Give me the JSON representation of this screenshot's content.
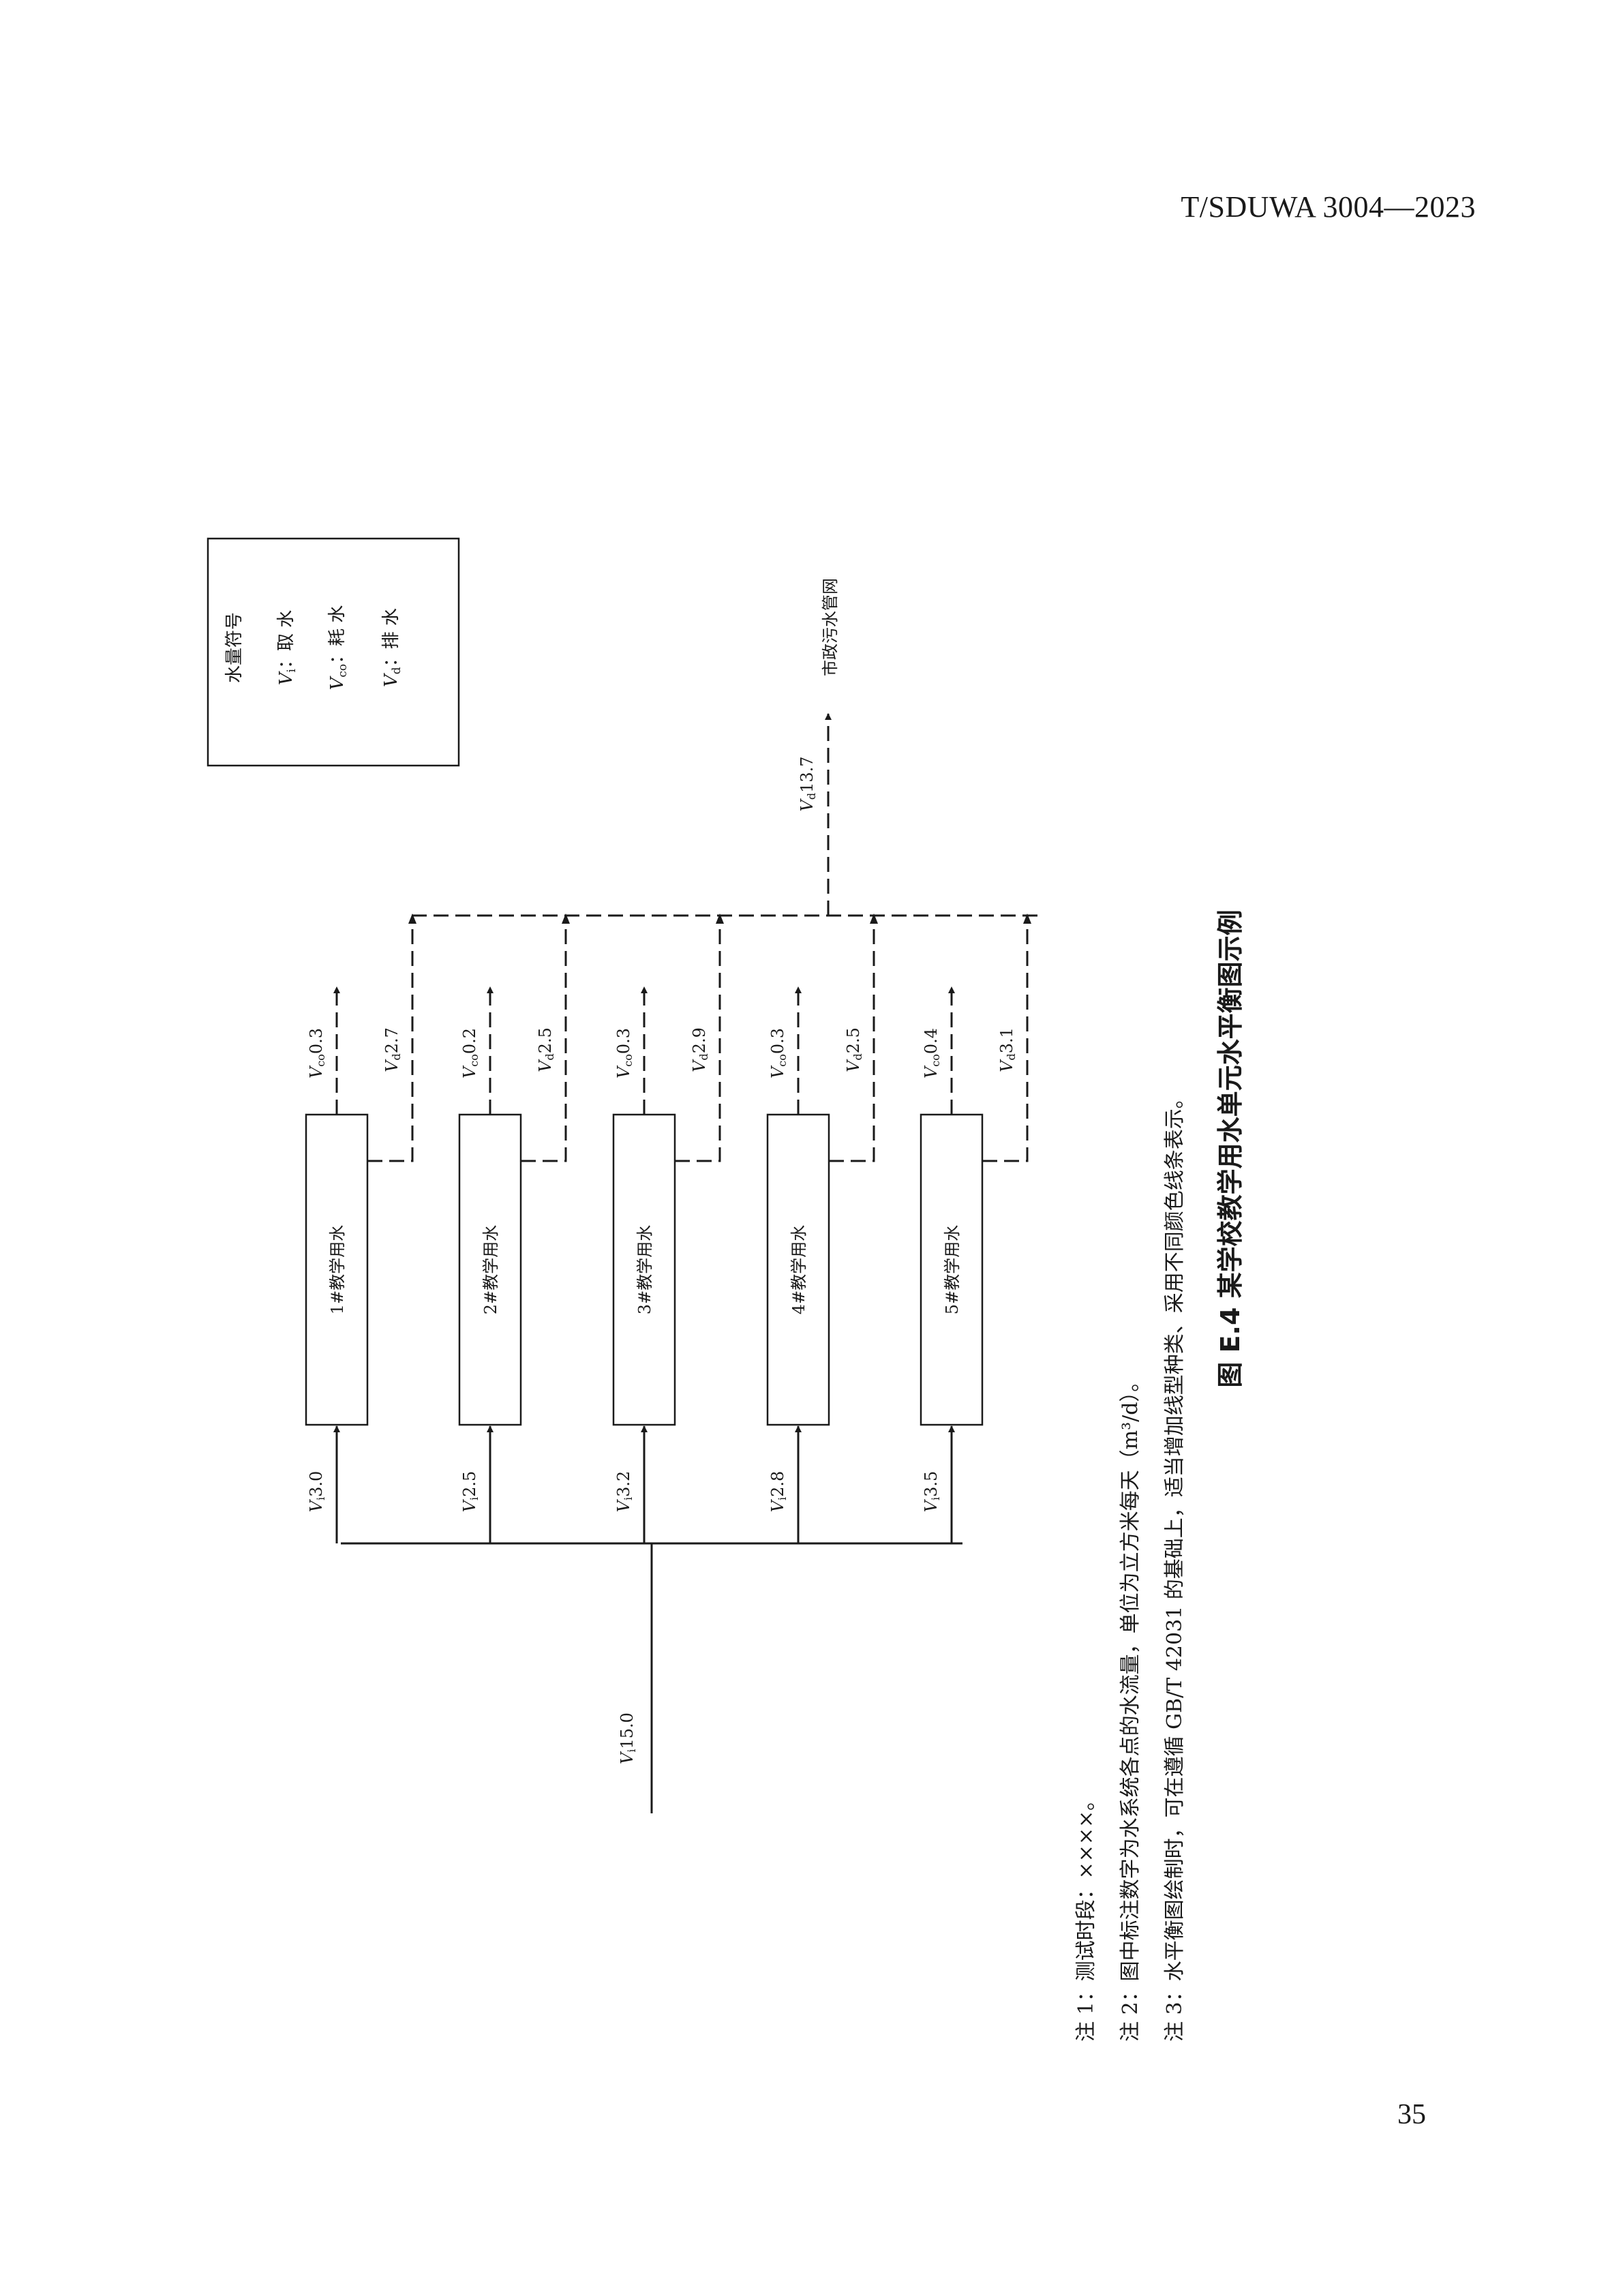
{
  "header": {
    "doc_code": "T/SDUWA 3004—2023"
  },
  "footer": {
    "page_number": "35"
  },
  "figure": {
    "caption": "图 E.4  某学校教学用水单元水平衡图示例",
    "legend": {
      "title": "水量符号",
      "items": [
        {
          "sym": "V",
          "sub": "i",
          "text": "：取 水"
        },
        {
          "sym": "V",
          "sub": "co",
          "text": "：耗 水"
        },
        {
          "sym": "V",
          "sub": "d",
          "text": "：排 水"
        }
      ]
    },
    "total_intake": {
      "sym": "V",
      "sub": "i",
      "value": "15.0"
    },
    "total_discharge": {
      "sym": "V",
      "sub": "d",
      "value": "13.7"
    },
    "destination": "市政污水管网",
    "units": [
      {
        "name": "1#教学用水",
        "intake": "3.0",
        "consumption": "0.3",
        "discharge": "2.7"
      },
      {
        "name": "2#教学用水",
        "intake": "2.5",
        "consumption": "0.2",
        "discharge": "2.5"
      },
      {
        "name": "3#教学用水",
        "intake": "3.2",
        "consumption": "0.3",
        "discharge": "2.9"
      },
      {
        "name": "4#教学用水",
        "intake": "2.8",
        "consumption": "0.3",
        "discharge": "2.5"
      },
      {
        "name": "5#教学用水",
        "intake": "3.5",
        "consumption": "0.4",
        "discharge": "3.1"
      }
    ],
    "notes": [
      "注 1：测试时段：××××。",
      "注 2：图中标注数字为水系统各点的水流量，单位为立方米每天（m³/d）。",
      "注 3：水平衡图绘制时，可在遵循 GB/T 42031 的基础上，适当增加线型种类、采用不同颜色线条表示。"
    ]
  }
}
